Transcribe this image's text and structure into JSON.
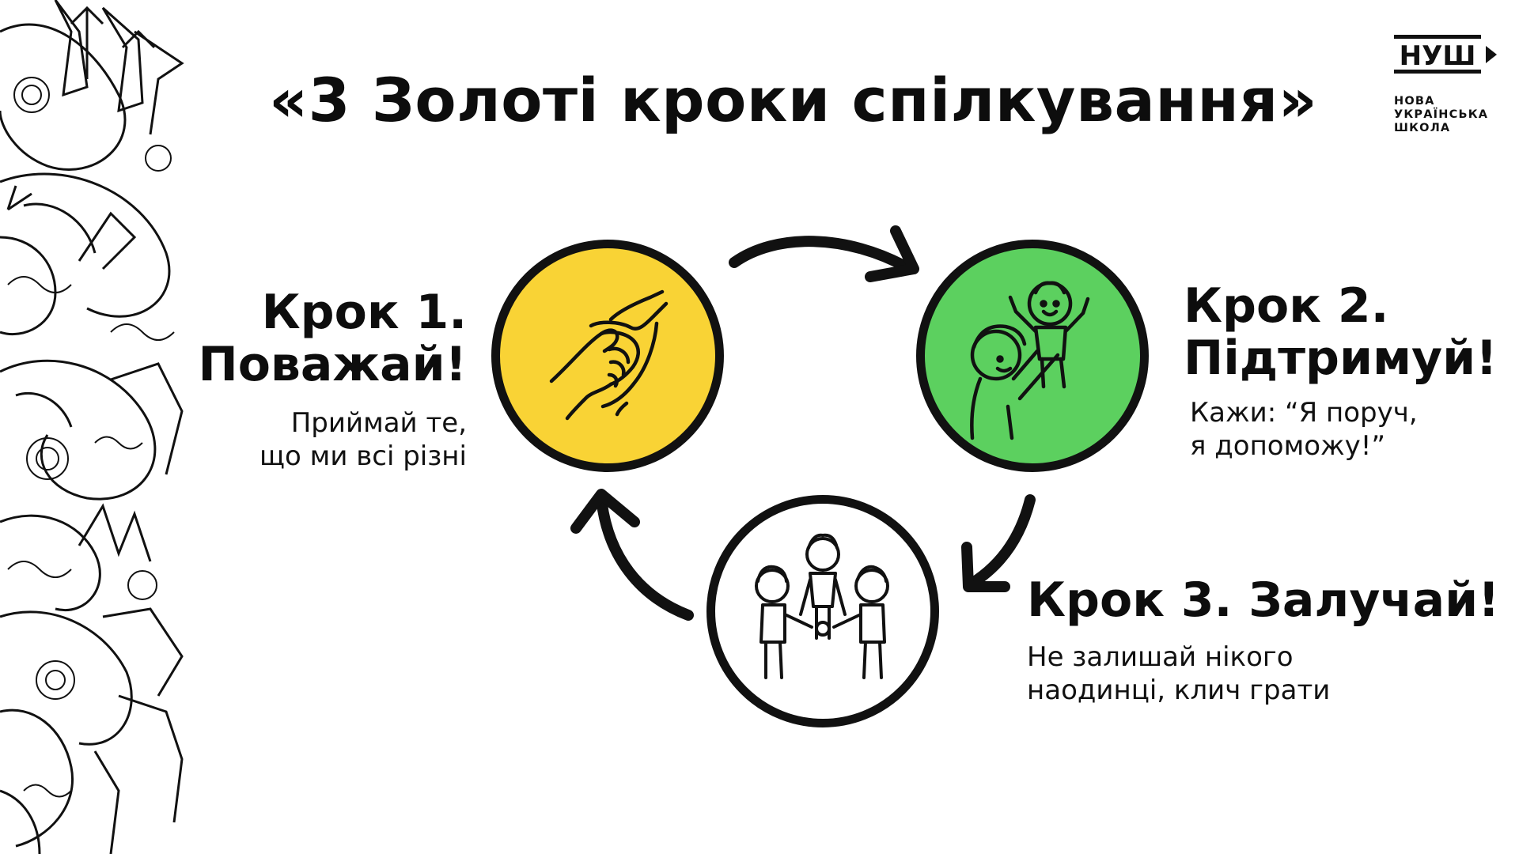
{
  "slide": {
    "title": "«3 Золоті кроки спілкування»"
  },
  "logo": {
    "mark_text": "НУШ",
    "lines": [
      "НОВА",
      "УКРАЇНСЬКА",
      "ШКОЛА"
    ]
  },
  "steps": [
    {
      "title_lines": [
        "Крок 1.",
        "Поважай!"
      ],
      "desc_lines": [
        "Приймай те,",
        "що ми всі різні"
      ],
      "circle_color": "#F9D335",
      "icon": "holding-hands-icon"
    },
    {
      "title_lines": [
        "Крок 2.",
        "Підтримуй!"
      ],
      "desc_lines": [
        "Кажи: “Я поруч,",
        "я допоможу!”"
      ],
      "circle_color": "#5CD05F",
      "icon": "parent-lifting-child-icon"
    },
    {
      "title_lines": [
        "Крок 3. Залучай!"
      ],
      "desc_lines": [
        "Не залишай нікого",
        "наодинці, клич грати"
      ],
      "circle_color": "#FFFFFF",
      "icon": "children-circle-icon"
    }
  ]
}
